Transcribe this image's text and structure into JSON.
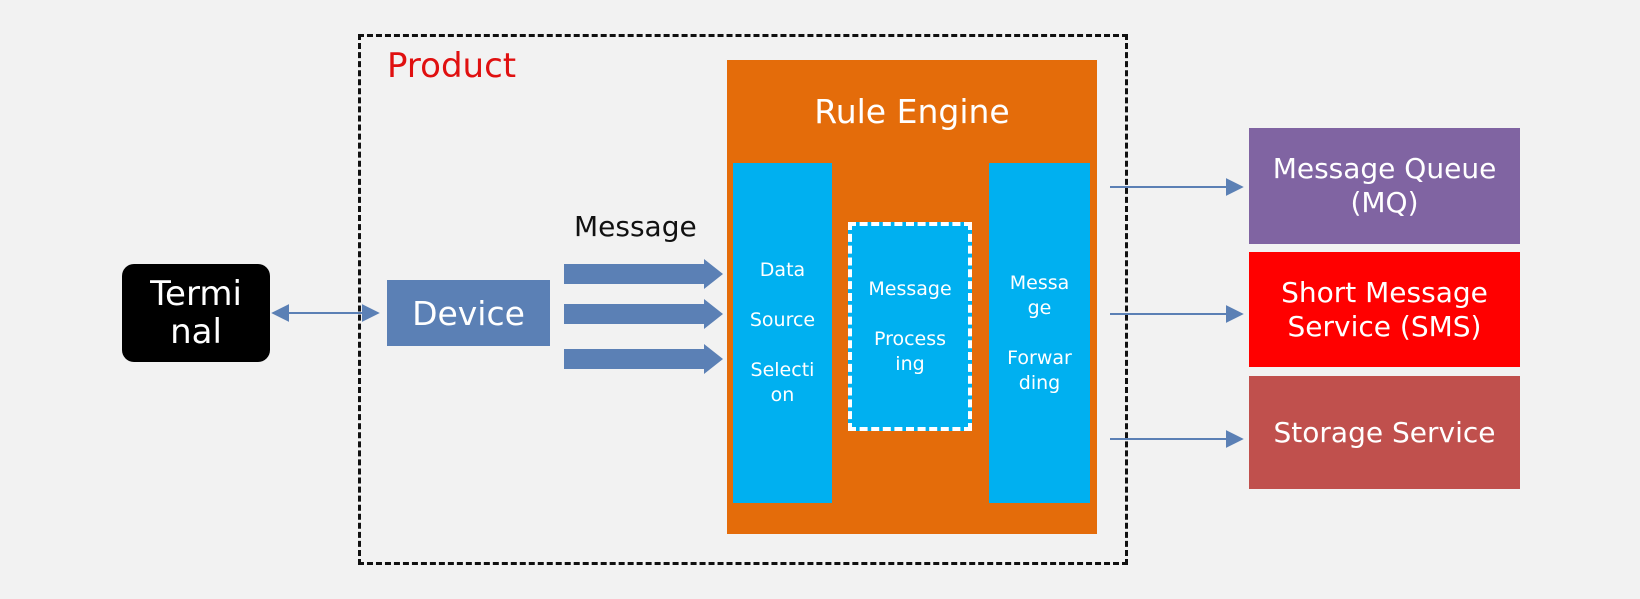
{
  "product": {
    "label": "Product"
  },
  "terminal": {
    "line1": "Termi",
    "line2": "nal"
  },
  "device": {
    "label": "Device"
  },
  "message": {
    "label": "Message"
  },
  "rule_engine": {
    "title": "Rule Engine",
    "data_source": {
      "l1": "Data",
      "l2": "Source",
      "l3": "Selecti",
      "l4": "on"
    },
    "processing": {
      "l1": "Message",
      "l2": "Process",
      "l3": "ing"
    },
    "forwarding": {
      "l1": "Messa",
      "l2": "ge",
      "l3": "Forwar",
      "l4": "ding"
    }
  },
  "services": {
    "mq": {
      "l1": "Message Queue",
      "l2": "(MQ)"
    },
    "sms": {
      "l1": "Short Message",
      "l2": "Service (SMS)"
    },
    "storage": {
      "l1": "Storage Service"
    }
  },
  "colors": {
    "background": "#f2f2f2",
    "product_label": "#e01010",
    "terminal": "#000000",
    "device": "#5b80b5",
    "rule_engine": "#e46c0a",
    "rule_columns": "#00b0f0",
    "mq": "#8064a2",
    "sms": "#ff0000",
    "storage": "#c0504d",
    "arrow": "#5b80b5"
  }
}
